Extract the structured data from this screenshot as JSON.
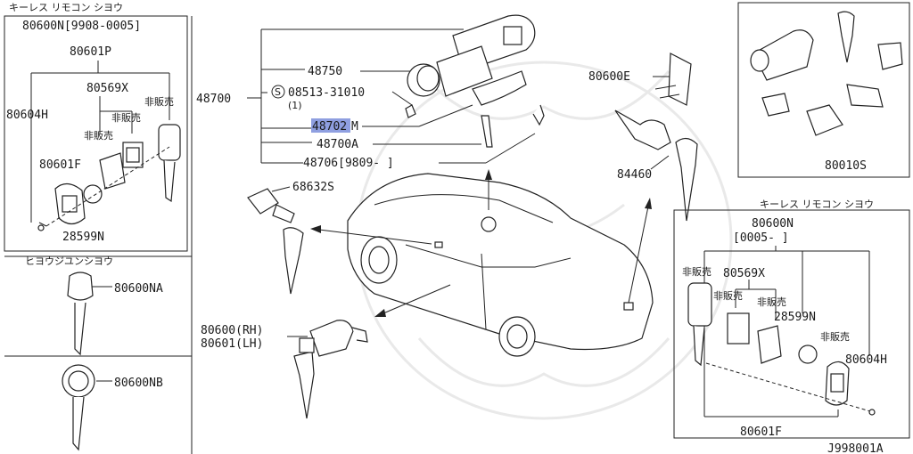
{
  "panels": {
    "keyless_top_left": {
      "title": "キーレス リモコン シヨウ",
      "part": "80600N[9908-0005]",
      "labels": {
        "p80601P": "80601P",
        "p80569X": "80569X",
        "hihanbai1": "非販売",
        "hihanbai2": "非販売",
        "hihanbai3": "非販売",
        "p80604H": "80604H",
        "p80601F": "80601F",
        "p28599N": "28599N"
      }
    },
    "standard": {
      "title": "ヒヨウジユンシヨウ",
      "key_a": "80600NA",
      "key_b": "80600NB"
    },
    "center": {
      "p48700": "48700",
      "p48750": "48750",
      "screw_symbol": "S",
      "p08513": "08513-31010",
      "qty": "(1)",
      "p48702M_prefix": "48702",
      "p48702M_suffix": "M",
      "p48700A": "48700A",
      "p48706": "48706[9809-  ]",
      "p68632S": "68632S",
      "p80600rh": "80600(RH)",
      "p80601lh": "80601(LH)",
      "p80600E": "80600E",
      "p84460": "84460"
    },
    "set_top_right": {
      "part": "80010S"
    },
    "keyless_bottom_right": {
      "title": "キーレス リモコン シヨウ",
      "part": "80600N",
      "range": "[0005-        ]",
      "labels": {
        "hihanbai_a": "非販売",
        "p80569X": "80569X",
        "hihanbai_b": "非販売",
        "hihanbai_c": "非販売",
        "p28599N": "28599N",
        "hihanbai_d": "非販売",
        "p80604H": "80604H",
        "p80601F": "80601F"
      }
    },
    "diagram_code": "J998001A"
  },
  "colors": {
    "highlight": "#8f9fe0",
    "ink": "#222222"
  }
}
